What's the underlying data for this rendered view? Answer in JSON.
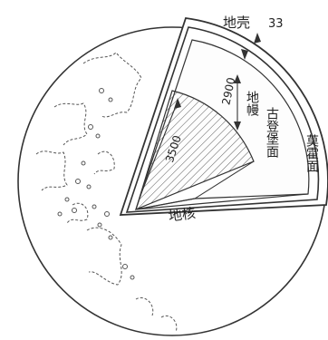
{
  "labels": {
    "crust": "地壳",
    "crust_thickness": "33",
    "mantle_depth": "2900",
    "core_radius": "3500",
    "mantle": "地幔",
    "gutenberg": "古登堡面",
    "moho": "莫霍面",
    "core": "地核"
  }
}
